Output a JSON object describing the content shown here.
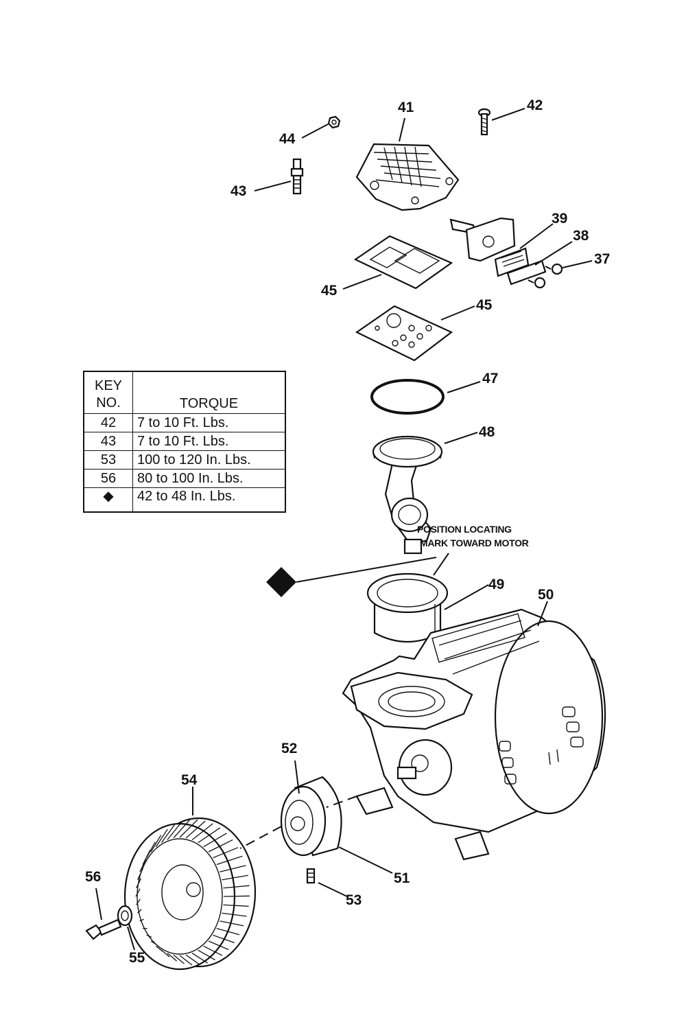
{
  "part_labels": {
    "p37": "37",
    "p38": "38",
    "p39": "39",
    "p41": "41",
    "p42": "42",
    "p43": "43",
    "p44": "44",
    "p45a": "45",
    "p45b": "45",
    "p47": "47",
    "p48": "48",
    "p49": "49",
    "p50": "50",
    "p51": "51",
    "p52": "52",
    "p53": "53",
    "p54": "54",
    "p55": "55",
    "p56": "56"
  },
  "note": {
    "line1": "POSITION LOCATING",
    "line2": "MARK TOWARD MOTOR"
  },
  "torque_table": {
    "header_key_line1": "KEY",
    "header_key_line2": "NO.",
    "header_torque": "TORQUE",
    "rows": [
      {
        "key": "42",
        "torque": "7 to 10 Ft. Lbs."
      },
      {
        "key": "43",
        "torque": "7 to 10 Ft. Lbs."
      },
      {
        "key": "53",
        "torque": "100 to 120 In. Lbs."
      },
      {
        "key": "56",
        "torque": "80 to 100 In. Lbs."
      },
      {
        "key": "◆",
        "torque": "42 to 48 In. Lbs."
      }
    ]
  }
}
